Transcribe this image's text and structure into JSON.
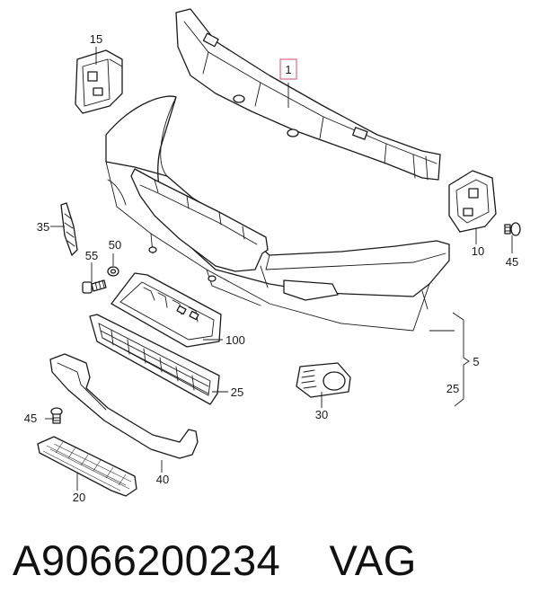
{
  "callouts": {
    "c1": "1",
    "c15": "15",
    "c35": "35",
    "c50": "50",
    "c55": "55",
    "c100": "100",
    "c25a": "25",
    "c45a": "45",
    "c20": "20",
    "c40": "40",
    "c10": "10",
    "c45b": "45",
    "c5": "5",
    "c25b": "25",
    "c30": "30"
  },
  "caption": {
    "part_number": "A9066200234",
    "brand": "VAG"
  },
  "colors": {
    "line": "#1a1a1a",
    "highlight": "#e06a80"
  }
}
